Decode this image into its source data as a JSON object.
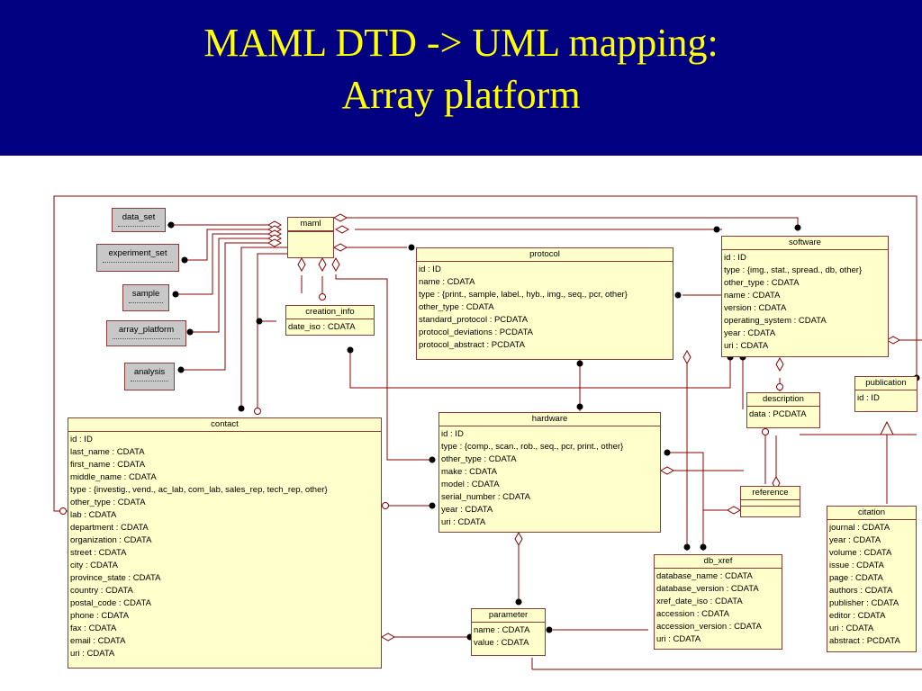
{
  "title_lines": [
    "MAML DTD -> UML mapping:",
    "Array platform"
  ],
  "stubs": [
    "data_set",
    "experiment_set",
    "sample",
    "array_platform",
    "analysis"
  ],
  "classes": {
    "maml": {
      "name": "maml",
      "attrs": []
    },
    "creation_info": {
      "name": "creation_info",
      "attrs": [
        "date_iso : CDATA"
      ]
    },
    "protocol": {
      "name": "protocol",
      "attrs": [
        "id : ID",
        "name : CDATA",
        "type : {print., sample, label., hyb., img., seq., pcr, other}",
        "other_type : CDATA",
        "standard_protocol : PCDATA",
        "protocol_deviations : PCDATA",
        "protocol_abstract : PCDATA"
      ]
    },
    "software": {
      "name": "software",
      "attrs": [
        "id : ID",
        "type : {img., stat., spread., db, other}",
        "other_type : CDATA",
        "name : CDATA",
        "version : CDATA",
        "operating_system : CDATA",
        "year : CDATA",
        "uri : CDATA"
      ]
    },
    "contact": {
      "name": "contact",
      "attrs": [
        "id : ID",
        "last_name : CDATA",
        "first_name : CDATA",
        "middle_name : CDATA",
        "type : {investig., vend., ac_lab, com_lab, sales_rep, tech_rep, other}",
        "other_type : CDATA",
        "lab : CDATA",
        "department : CDATA",
        "organization : CDATA",
        "street : CDATA",
        "city : CDATA",
        "province_state : CDATA",
        "country : CDATA",
        "postal_code : CDATA",
        "phone : CDATA",
        "fax : CDATA",
        "email : CDATA",
        "uri : CDATA"
      ]
    },
    "hardware": {
      "name": "hardware",
      "attrs": [
        "id : ID",
        "type : {comp., scan., rob., seq., pcr, print., other}",
        "other_type : CDATA",
        "make : CDATA",
        "model : CDATA",
        "serial_number : CDATA",
        "year : CDATA",
        "uri : CDATA"
      ]
    },
    "description": {
      "name": "description",
      "attrs": [
        "data : PCDATA"
      ]
    },
    "publication": {
      "name": "publication",
      "attrs": [
        "id : ID"
      ]
    },
    "reference": {
      "name": "reference",
      "attrs": []
    },
    "citation": {
      "name": "citation",
      "attrs": [
        "journal : CDATA",
        "year : CDATA",
        "volume : CDATA",
        "issue : CDATA",
        "page : CDATA",
        "authors : CDATA",
        "publisher : CDATA",
        "editor : CDATA",
        "uri : CDATA",
        "abstract : PCDATA"
      ]
    },
    "db_xref": {
      "name": "db_xref",
      "attrs": [
        "database_name : CDATA",
        "database_version : CDATA",
        "xref_date_iso : CDATA",
        "accession : CDATA",
        "accession_version : CDATA",
        "uri : CDATA"
      ]
    },
    "parameter": {
      "name": "parameter",
      "attrs": [
        "name : CDATA",
        "value : CDATA"
      ]
    }
  },
  "colors": {
    "header_bg": "#000080",
    "title": "#ffff00",
    "class_fill": "#ffffcc",
    "class_border": "#8b3a3a",
    "line": "#8b0000",
    "stub_fill": "#c8c8c8"
  }
}
